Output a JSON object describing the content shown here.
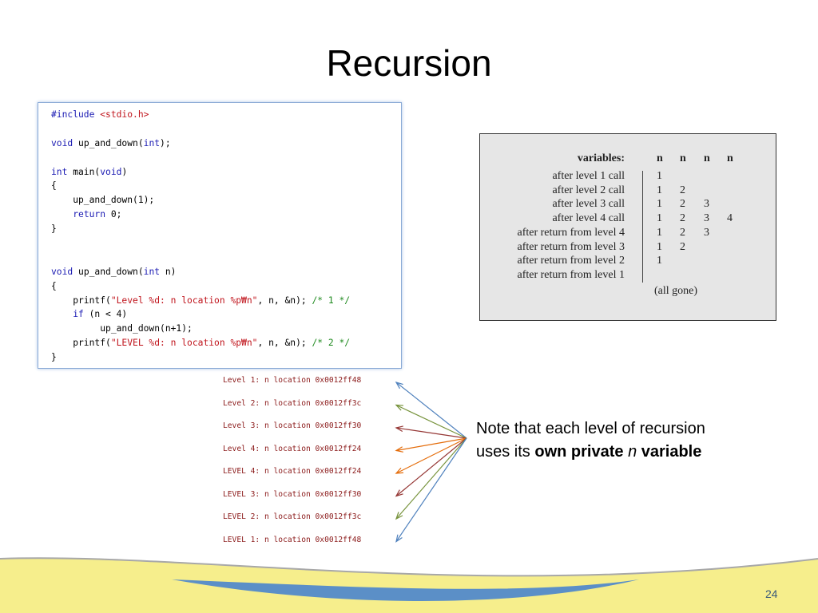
{
  "slide": {
    "title": "Recursion",
    "page_number": "24"
  },
  "code": {
    "lines": [
      [
        {
          "t": "#include ",
          "c": "kw"
        },
        {
          "t": "<stdio.h>",
          "c": "str"
        }
      ],
      [],
      [
        {
          "t": "void",
          "c": "kw"
        },
        {
          "t": " up_and_down("
        },
        {
          "t": "int",
          "c": "kw"
        },
        {
          "t": ");"
        }
      ],
      [],
      [
        {
          "t": "int",
          "c": "kw"
        },
        {
          "t": " main("
        },
        {
          "t": "void",
          "c": "kw"
        },
        {
          "t": ")"
        }
      ],
      [
        {
          "t": "{"
        }
      ],
      [
        {
          "t": "    up_and_down(1);"
        }
      ],
      [
        {
          "t": "    "
        },
        {
          "t": "return",
          "c": "kw"
        },
        {
          "t": " 0;"
        }
      ],
      [
        {
          "t": "}"
        }
      ],
      [],
      [],
      [
        {
          "t": "void",
          "c": "kw"
        },
        {
          "t": " up_and_down("
        },
        {
          "t": "int",
          "c": "kw"
        },
        {
          "t": " n)"
        }
      ],
      [
        {
          "t": "{"
        }
      ],
      [
        {
          "t": "    printf("
        },
        {
          "t": "\"Level %d: n location %p₩n\"",
          "c": "str"
        },
        {
          "t": ", n, &n); "
        },
        {
          "t": "/* 1 */",
          "c": "cm"
        }
      ],
      [
        {
          "t": "    "
        },
        {
          "t": "if",
          "c": "kw"
        },
        {
          "t": " (n < 4)"
        }
      ],
      [
        {
          "t": "         up_and_down(n+1);"
        }
      ],
      [
        {
          "t": "    printf("
        },
        {
          "t": "\"LEVEL %d: n location %p₩n\"",
          "c": "str"
        },
        {
          "t": ", n, &n); "
        },
        {
          "t": "/* 2 */",
          "c": "cm"
        }
      ],
      [
        {
          "t": "}"
        }
      ]
    ]
  },
  "variables_table": {
    "header_label": "variables:",
    "columns": [
      "n",
      "n",
      "n",
      "n"
    ],
    "rows": [
      {
        "label": "after level 1 call",
        "values": [
          "1"
        ]
      },
      {
        "label": "after level 2 call",
        "values": [
          "1",
          "2"
        ]
      },
      {
        "label": "after level 3 call",
        "values": [
          "1",
          "2",
          "3"
        ]
      },
      {
        "label": "after level 4 call",
        "values": [
          "1",
          "2",
          "3",
          "4"
        ]
      },
      {
        "label": "after return from level 4",
        "values": [
          "1",
          "2",
          "3"
        ]
      },
      {
        "label": "after return from level 3",
        "values": [
          "1",
          "2"
        ]
      },
      {
        "label": "after return from level 2",
        "values": [
          "1"
        ]
      },
      {
        "label": "after return from level 1",
        "values": []
      }
    ],
    "footer": "(all gone)"
  },
  "output_lines": [
    "Level 1: n location 0x0012ff48",
    "Level 2: n location 0x0012ff3c",
    "Level 3: n location 0x0012ff30",
    "Level 4: n location 0x0012ff24",
    "LEVEL 4: n location 0x0012ff24",
    "LEVEL 3: n location 0x0012ff30",
    "LEVEL 2: n location 0x0012ff3c",
    "LEVEL 1: n location 0x0012ff48"
  ],
  "arrow_colors": [
    "#4f81bd",
    "#77933c",
    "#953735",
    "#e46c0a",
    "#e46c0a",
    "#953735",
    "#77933c",
    "#4f81bd"
  ],
  "note": {
    "line1": "Note that each level of recursion",
    "prefix": "uses its ",
    "bold1": "own private",
    "italic": "n",
    "bold2": "variable"
  },
  "theme": {
    "wave_yellow": "#f6ee8c",
    "wave_blue": "#5b8fc7",
    "wave_line": "#a8a8a8"
  }
}
